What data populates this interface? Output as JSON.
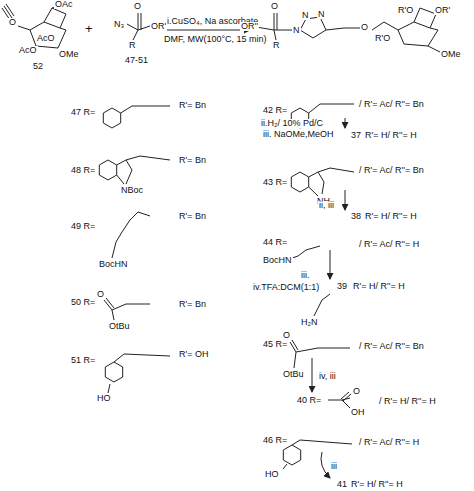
{
  "diagram": {
    "labels": [
      "OAc",
      "AcO",
      "AcO",
      "OMe",
      "O",
      "52",
      "+",
      "O",
      "N₃",
      "OR'",
      "R",
      "47-51",
      "i.CuSO₄, Na ascorbate",
      "DMF, MW(100°C, 15 min)",
      "O",
      "OR''",
      "R",
      "N",
      "N",
      "N",
      "O",
      "R'O",
      "OR'",
      "R'O",
      "OMe",
      "47 R=",
      "R'= Bn",
      "48 R=",
      "NBoc",
      "R'= Bn",
      "49 R=",
      "BocHN",
      "R'= Bn",
      "50 R=",
      "O",
      "OtBu",
      "R'= Bn",
      "51 R=",
      "HO",
      "R'= OH",
      "42 R=",
      "/ R'= Ac/ R''= Bn",
      "ii.H₂/ 10% Pd/C",
      "iii. NaOMe,MeOH",
      "37",
      "R'= H/ R''= H",
      "43 R=",
      "NH",
      "/ R'= Ac/ R''= Bn",
      "ii, iii",
      "38",
      "R'= H/ R''= H",
      "44 R=",
      "BocHN",
      "/ R'= Ac/ R''= H",
      "iii.",
      "iv.TFA:DCM(1:1)",
      "39",
      "R'= H/ R''= H",
      "H₂N",
      "45 R=",
      "O",
      "OtBu",
      "/ R'= Ac/ R''= Bn",
      "iv, iii",
      "40 R=",
      "O",
      "OH",
      "/ R'= H/ R''= H",
      "46 R=",
      "HO",
      "/ R'= Ac/ R''= H",
      "iii",
      "41",
      "R'= H/ R''= H"
    ]
  }
}
